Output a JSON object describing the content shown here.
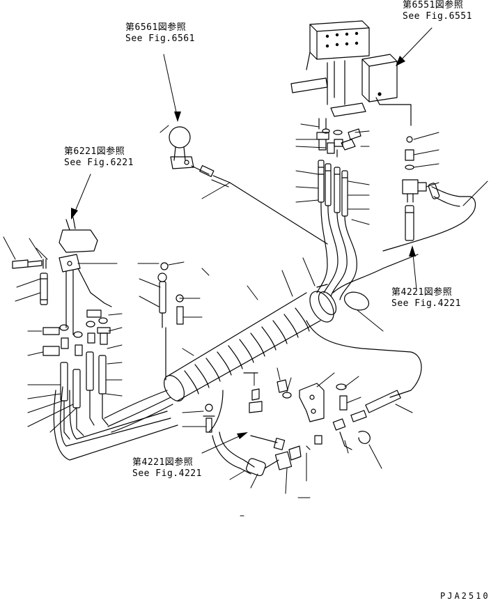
{
  "references": [
    {
      "id": "fig6551",
      "jp": "第6551図参照",
      "en": "See Fig.6551"
    },
    {
      "id": "fig6561",
      "jp": "第6561図参照",
      "en": "See Fig.6561"
    },
    {
      "id": "fig6221",
      "jp": "第6221図参照",
      "en": "See Fig.6221"
    },
    {
      "id": "fig4221a",
      "jp": "第4221図参照",
      "en": "See Fig.4221"
    },
    {
      "id": "fig4221b",
      "jp": "第4221図参照",
      "en": "See Fig.4221"
    }
  ],
  "drawing_code": "PJA2510",
  "colors": {
    "line": "#000000",
    "background": "#ffffff"
  }
}
